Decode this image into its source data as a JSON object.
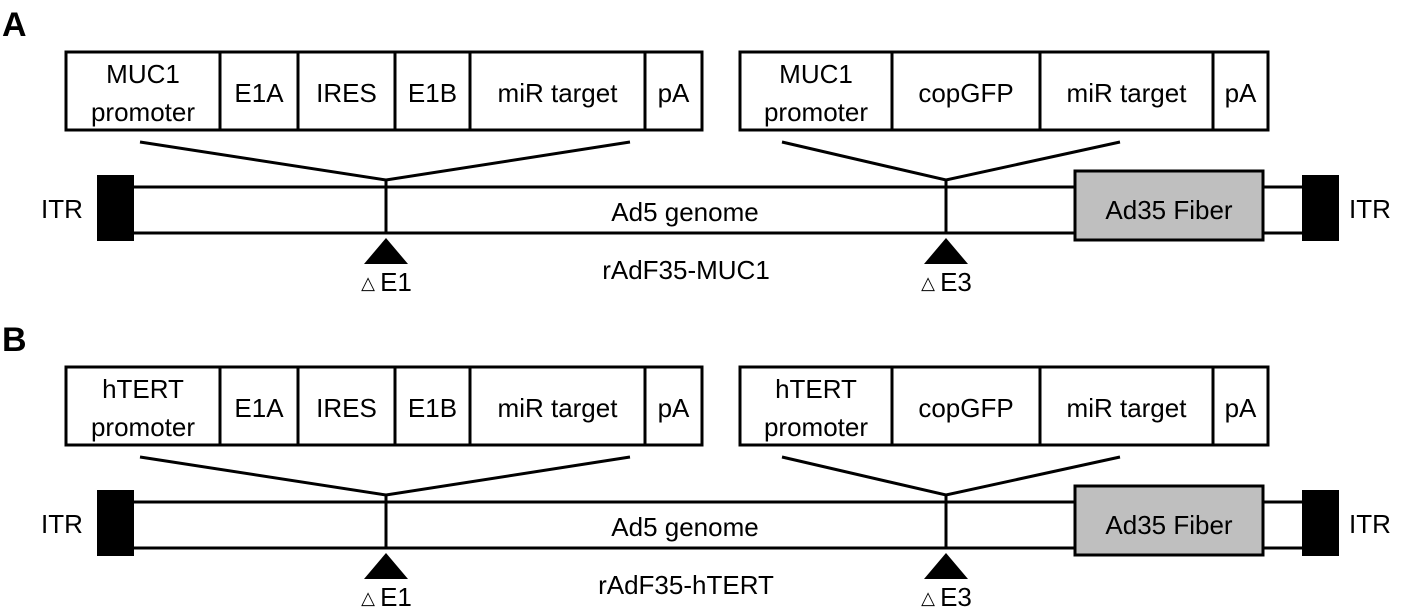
{
  "panels": [
    {
      "letter": "A",
      "cassette1": [
        "MUC1|promoter",
        "E1A",
        "IRES",
        "E1B",
        "miR target",
        "pA"
      ],
      "cassette2": [
        "MUC1|promoter",
        "copGFP",
        "miR target",
        "pA"
      ],
      "itr_left": "ITR",
      "itr_right": "ITR",
      "genome_label": "Ad5 genome",
      "fiber_label": "Ad35 Fiber",
      "deletion1": {
        "symbol": "△",
        "label": "E1"
      },
      "deletion2": {
        "symbol": "△",
        "label": "E3"
      },
      "construct_name": "rAdF35-MUC1"
    },
    {
      "letter": "B",
      "cassette1": [
        "hTERT|promoter",
        "E1A",
        "IRES",
        "E1B",
        "miR target",
        "pA"
      ],
      "cassette2": [
        "hTERT|promoter",
        "copGFP",
        "miR target",
        "pA"
      ],
      "itr_left": "ITR",
      "itr_right": "ITR",
      "genome_label": "Ad5 genome",
      "fiber_label": "Ad35 Fiber",
      "deletion1": {
        "symbol": "△",
        "label": "E1"
      },
      "deletion2": {
        "symbol": "△",
        "label": "E3"
      },
      "construct_name": "rAdF35-hTERT"
    }
  ],
  "colors": {
    "fiber_fill": "#bfbfbf",
    "stroke": "#000000",
    "itr_fill": "#000000"
  }
}
